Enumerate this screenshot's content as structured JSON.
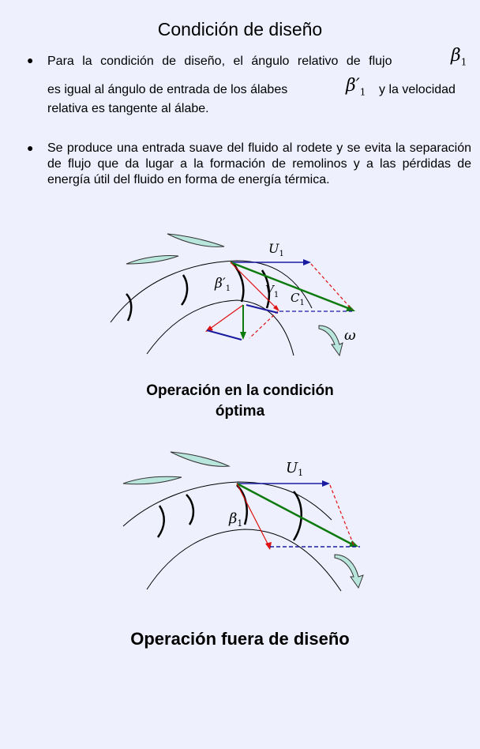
{
  "title": "Condición de diseño",
  "bullet1": {
    "line1": "Para la condición de diseño, el ángulo relativo de flujo",
    "beta_symbol": "β",
    "beta_sub": "1",
    "line2a": "es igual al ángulo de entrada de los álabes",
    "beta_prime_symbol": "β′",
    "beta_prime_sub": "1",
    "line2b": "y la velocidad",
    "line3": "relativa es tangente al álabe."
  },
  "bullet2": {
    "text": "Se produce una entrada suave del fluido al rodete y se evita la separación de flujo que da lugar a la formación de remolinos y a las pérdidas de energía útil del fluido en forma de energía térmica."
  },
  "diagram1": {
    "u_label": "U",
    "u_sub": "1",
    "v_label": "V",
    "v_sub": "1",
    "c_label": "C",
    "c_sub": "1",
    "beta_label": "β′",
    "beta_sub": "1",
    "omega_label": "ω",
    "colors": {
      "blue": "#1a1aa0",
      "green": "#0d7a0d",
      "red": "#e01010",
      "blade": "#b8e6dc"
    }
  },
  "caption1": {
    "line1": "Operación en la condición",
    "line2": "óptima"
  },
  "diagram2": {
    "u_label": "U",
    "u_sub": "1",
    "beta_label": "β",
    "beta_sub": "1"
  },
  "caption2": "Operación fuera de diseño"
}
